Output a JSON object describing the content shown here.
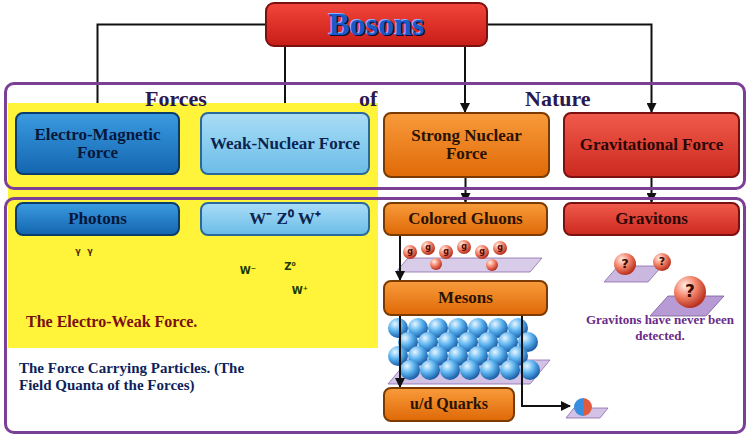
{
  "diagram": {
    "nodes": [
      {
        "text": [
          "Bosons"
        ]
      },
      {
        "text": [
          "The Electro-Weak Force."
        ]
      },
      {
        "text": [
          "Forces",
          "of",
          "Nature"
        ]
      },
      {
        "text": [
          "Electro-Magnetic Force"
        ],
        "in": 2
      },
      {
        "text": [
          "Weak-Nuclear Force"
        ],
        "in": 2
      },
      {
        "text": [
          "Strong Nuclear Force"
        ],
        "in": 2
      },
      {
        "text": [
          "Gravitational Force"
        ],
        "in": 2
      },
      {
        "text": [
          "The Force Carrying Particles. (The Field Quanta of the Forces)"
        ]
      },
      {
        "text": [
          "Photons"
        ],
        "in": 1
      },
      {
        "text": [
          "W⁻ Z⁰ W⁺"
        ],
        "in": 1
      },
      {
        "text": [
          "Colored Gluons"
        ],
        "in": 7
      },
      {
        "text": [
          "Gravitons"
        ],
        "in": 7
      },
      {
        "text": [
          "Mesons"
        ],
        "in": 7
      },
      {
        "text": [
          "u/d Quarks"
        ],
        "in": 7
      }
    ],
    "edges": [
      {
        "from": 0,
        "to": 3,
        "arrow": "to"
      },
      {
        "from": 0,
        "to": 4,
        "arrow": "to"
      },
      {
        "from": 0,
        "to": 5,
        "arrow": "to"
      },
      {
        "from": 0,
        "to": 6,
        "arrow": "to"
      },
      {
        "from": 3,
        "to": 8,
        "arrow": "to"
      },
      {
        "from": 4,
        "to": 9,
        "arrow": "to"
      },
      {
        "from": 5,
        "to": 10,
        "arrow": "to"
      },
      {
        "from": 6,
        "to": 11,
        "arrow": "to"
      },
      {
        "from": 10,
        "to": 12,
        "arrow": "to"
      },
      {
        "from": 12,
        "to": 13,
        "arrow": "to"
      }
    ],
    "labels": [
      "γ",
      "γ",
      "W⁻",
      "Z⁰",
      "W⁺",
      "g",
      "g",
      "g",
      "g",
      "g",
      "g",
      "?",
      "?",
      "?",
      "Gravitons have never been detected."
    ]
  }
}
